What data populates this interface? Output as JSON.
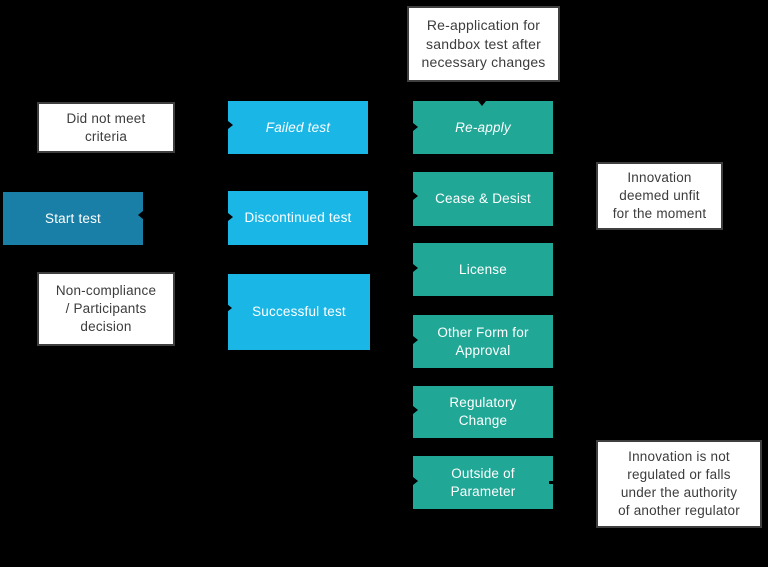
{
  "diagram": {
    "title_hint": "Regulatory sandbox test outcomes flowchart",
    "background_color": "#000000",
    "palette": {
      "cyan": "#1ab7e6",
      "dark_blue": "#1a7fa6",
      "teal": "#21a795",
      "white": "#ffffff",
      "box_border": "#3f3f3f",
      "box_text_dark": "#3c3c3c",
      "box_text_light": "#ffffff"
    },
    "nodes": {
      "reapplication": {
        "label": "Re-application for\nsandbox test after\nnecessary changes",
        "type": "white"
      },
      "did_not_meet": {
        "label": "Did not meet\ncriteria",
        "type": "white"
      },
      "failed": {
        "label": "Failed test",
        "type": "cyan",
        "italic": true
      },
      "reapply": {
        "label": "Re-apply",
        "type": "teal",
        "italic": true
      },
      "innovation_unfit": {
        "label": "Innovation\ndeemed unfit\nfor the moment",
        "type": "white"
      },
      "start": {
        "label": "Start test",
        "type": "dark_blue"
      },
      "discontinued": {
        "label": "Discontinued test",
        "type": "cyan"
      },
      "cease": {
        "label": "Cease & Desist",
        "type": "teal"
      },
      "license": {
        "label": "License",
        "type": "teal"
      },
      "non_compliance": {
        "label": "Non-compliance\n/ Participants\ndecision",
        "type": "white"
      },
      "successful": {
        "label": "Successful test",
        "type": "cyan"
      },
      "other_form": {
        "label": "Other Form for\nApproval",
        "type": "teal"
      },
      "regulatory": {
        "label": "Regulatory\nChange",
        "type": "teal"
      },
      "outside": {
        "label": "Outside of\nParameter",
        "type": "teal"
      },
      "innovation_not_regulated": {
        "label": "Innovation is not\nregulated or falls\nunder the authority\nof another regulator",
        "type": "white"
      }
    }
  }
}
